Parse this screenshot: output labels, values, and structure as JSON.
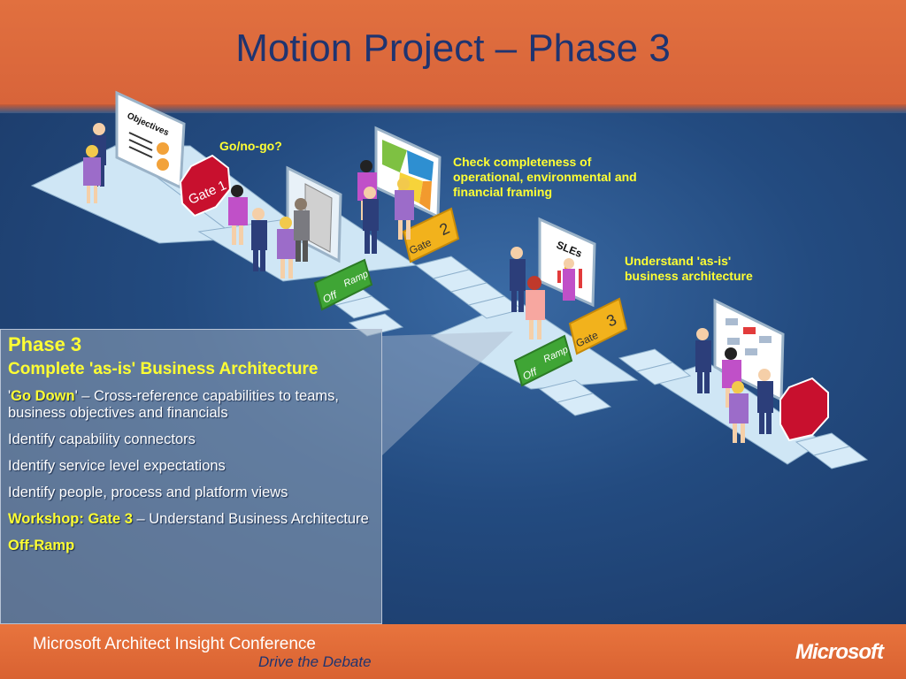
{
  "slide": {
    "title": "Motion Project – Phase 3"
  },
  "callouts": {
    "go_no_go": "Go/no-go?",
    "check_completeness": "Check completeness of operational, environmental and financial framing",
    "understand": "Understand 'as-is' business architecture"
  },
  "scene": {
    "board_objectives": "Objectives",
    "board_sles": "SLEs",
    "gate1": "Gate 1",
    "gate2_word": "Gate",
    "gate2_num": "2",
    "gate3_word": "Gate",
    "gate3_num": "3",
    "offramp_off": "Off",
    "offramp_ramp": "Ramp"
  },
  "panel": {
    "heading": "Phase 3",
    "subheading": "Complete 'as-is' Business Architecture",
    "go_down_quote_open": "'",
    "go_down": "Go Down",
    "go_down_rest": "' – Cross-reference capabilities to teams, business objectives and financials",
    "item1": "Identify capability connectors",
    "item2": "Identify service level expectations",
    "item3": "Identify people, process and platform views",
    "workshop": "Workshop: Gate 3",
    "workshop_rest": " – Understand Business Architecture",
    "off_ramp": "Off-Ramp"
  },
  "footer": {
    "conference": "Microsoft Architect Insight Conference",
    "tagline": "Drive the Debate",
    "logo": "Microsoft"
  },
  "colors": {
    "header": "#d8643a",
    "title": "#1f3470",
    "highlight": "#ffff33",
    "stage": "#234b80"
  }
}
